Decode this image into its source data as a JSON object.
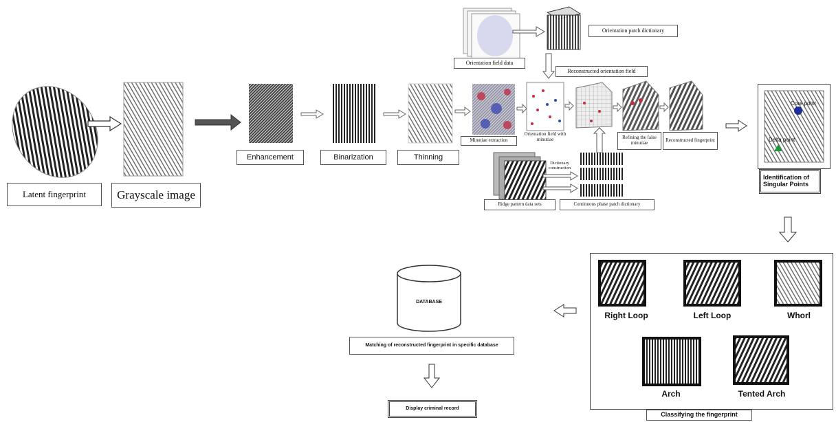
{
  "stages": {
    "latent": "Latent fingerprint",
    "grayscale": "Grayscale image",
    "enhancement": "Enhancement",
    "binarization": "Binarization",
    "thinning": "Thinning"
  },
  "reconstruction": {
    "orientation_field_data": "Orientation field data",
    "orientation_patch_dictionary": "Orientation patch dictionary",
    "reconstructed_orientation_field": "Reconstructed orientation field",
    "minutiae_extraction": "Minutiae extraction",
    "orientation_field_with_minutiae": "Orientation field with minutiae",
    "refining_false_minutiae": "Refining the false minutiae",
    "reconstructed_fingerprint": "Reconstructed fingerprint",
    "dictionary_construction": "Dictionary construction",
    "ridge_pattern_data_sets": "Ridge pattern data sets",
    "continuous_phase_patch_dictionary": "Continuous phase patch dictionary"
  },
  "singular": {
    "core_point": "Core point",
    "delta_point": "Delta point",
    "label": "Identification of Singular Points"
  },
  "classification": {
    "right_loop": "Right Loop",
    "left_loop": "Left Loop",
    "whorl": "Whorl",
    "arch": "Arch",
    "tented_arch": "Tented Arch",
    "label": "Classifying the fingerprint"
  },
  "database": {
    "name": "DATABASE",
    "matching": "Matching of reconstructed fingerprint in specific database",
    "display": "Display criminal record"
  }
}
